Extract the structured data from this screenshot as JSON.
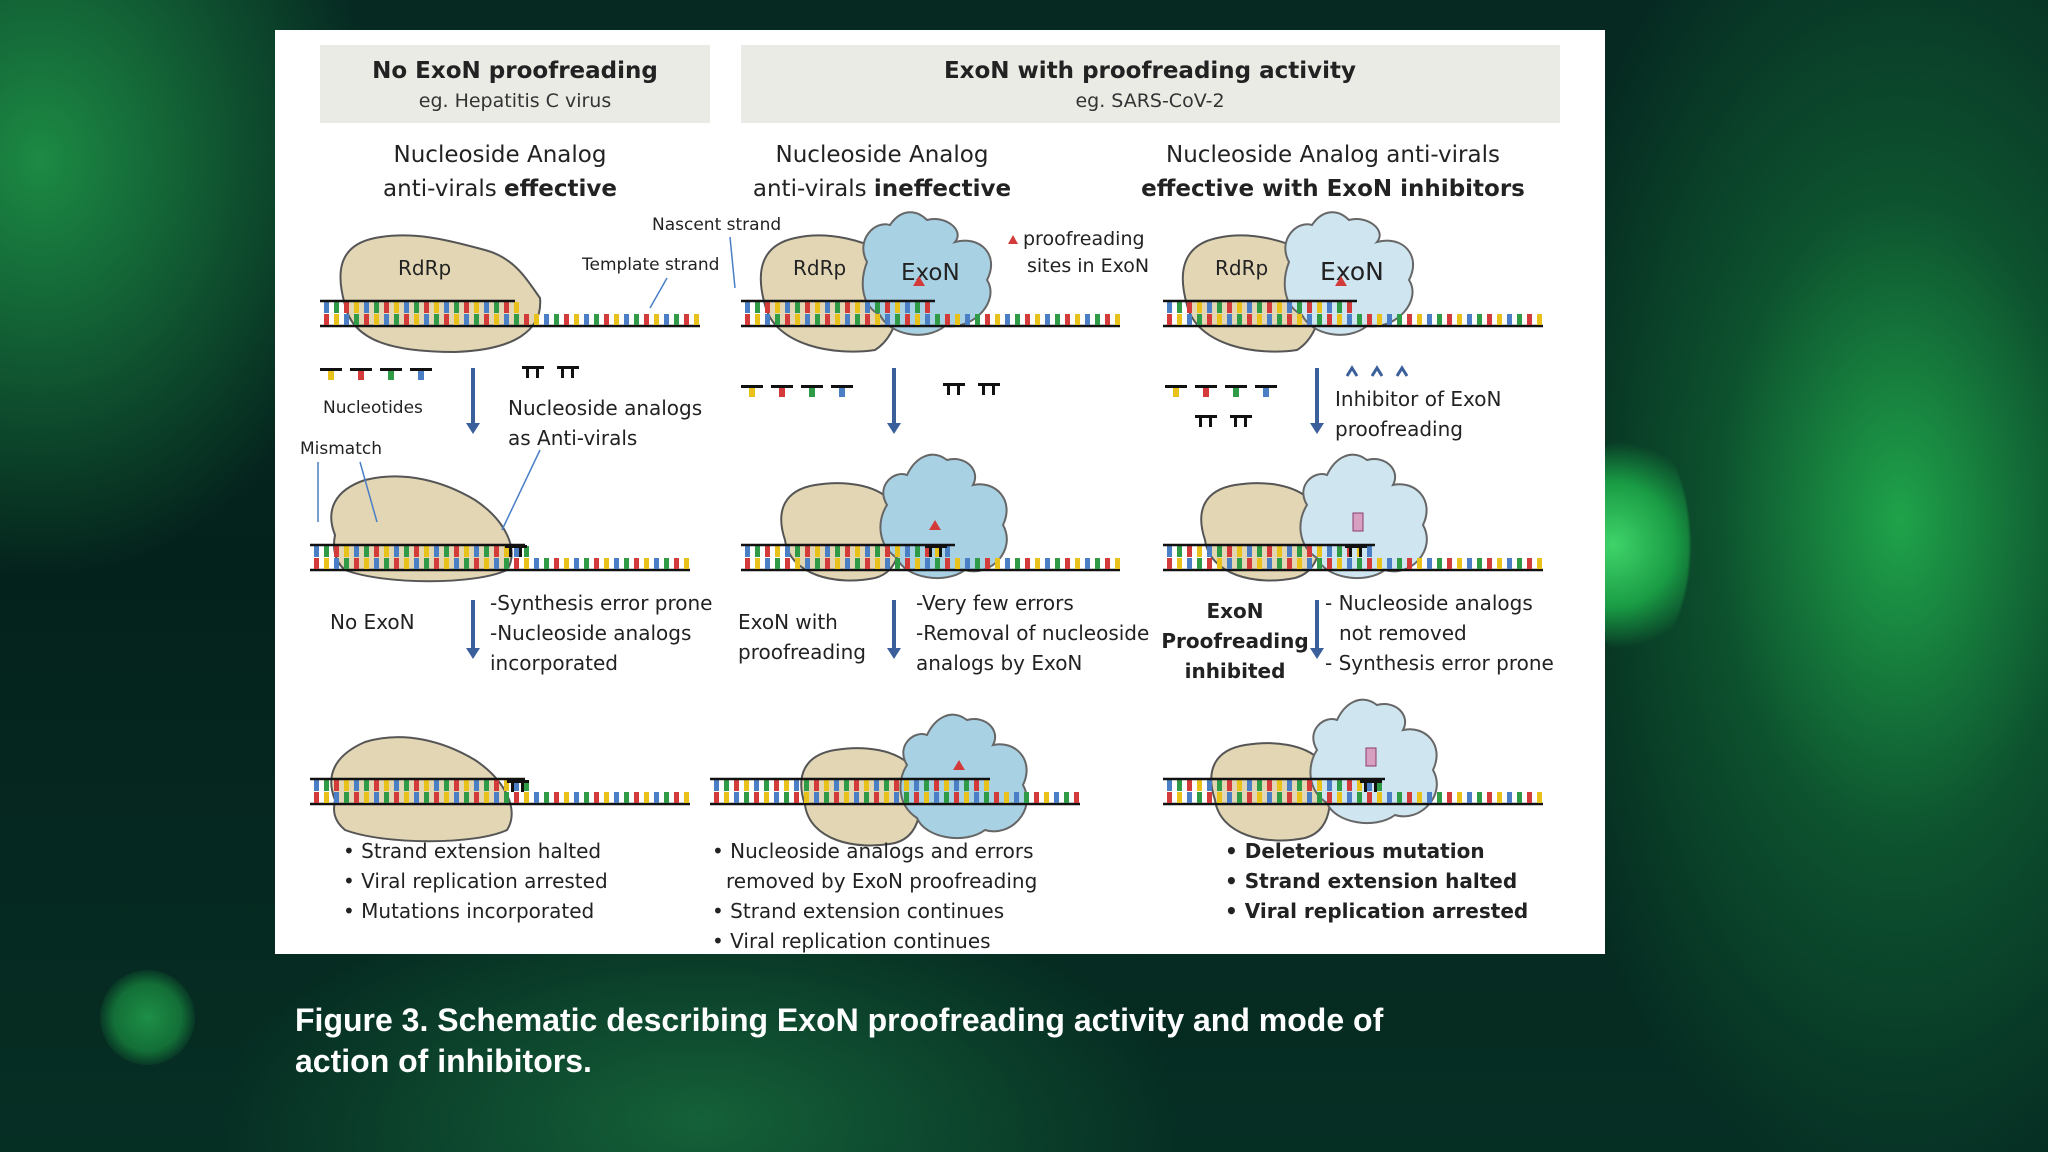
{
  "headers": {
    "left": {
      "title": "No ExoN proofreading",
      "example": "eg. Hepatitis C virus"
    },
    "right": {
      "title": "ExoN with proofreading activity",
      "example": "eg. SARS-CoV-2"
    }
  },
  "columns": [
    {
      "heading_line1": "Nucleoside Analog",
      "heading_line2_pre": "anti-virals ",
      "heading_line2_bold": "effective"
    },
    {
      "heading_line1": "Nucleoside Analog",
      "heading_line2_pre": "anti-virals  ",
      "heading_line2_bold": "ineffective"
    },
    {
      "heading_line1": "Nucleoside Analog anti-virals",
      "heading_line2_pre": "",
      "heading_line2_bold": "effective with ExoN inhibitors"
    }
  ],
  "labels": {
    "rdrp": "RdRp",
    "exon": "ExoN",
    "nascent_strand": "Nascent strand",
    "template_strand": "Template strand",
    "proofreading_sites_1": "proofreading",
    "proofreading_sites_2": "sites in ExoN",
    "nucleotides": "Nucleotides",
    "mismatch": "Mismatch",
    "analogs_1": "Nucleoside analogs",
    "analogs_2": "as Anti-virals",
    "inhibitor_1": "Inhibitor of ExoN",
    "inhibitor_2": "proofreading"
  },
  "middle_row": {
    "col1": {
      "state": "No ExoN",
      "notes": [
        "-Synthesis error prone",
        "-Nucleoside analogs",
        "incorporated"
      ]
    },
    "col2": {
      "state_1": "ExoN with",
      "state_2": "proofreading",
      "notes": [
        "-Very few errors",
        "-Removal of nucleoside",
        "analogs by ExoN"
      ]
    },
    "col3": {
      "state_1": "ExoN",
      "state_2": "Proofreading",
      "state_3": "inhibited",
      "notes": [
        "- Nucleoside analogs",
        "not removed",
        "- Synthesis error prone"
      ]
    }
  },
  "outcomes": {
    "col1": [
      "Strand extension halted",
      "Viral  replication arrested",
      "Mutations incorporated"
    ],
    "col2": [
      "Nucleoside analogs and errors",
      "removed by ExoN proofreading",
      "Strand extension continues",
      "Viral replication continues"
    ],
    "col3": [
      "Deleterious mutation",
      "Strand extension halted",
      "Viral replication arrested"
    ]
  },
  "caption": {
    "line1": "Figure 3. Schematic describing ExoN proofreading activity and mode of",
    "line2": "action of inhibitors."
  },
  "colors": {
    "rdrp_fill": "#e2d6b4",
    "exon_fill": "#a9d1e4",
    "header_bg": "#ebebe6",
    "arrow": "#3a5f9a",
    "strand": "#111111",
    "bases": [
      "#e8c21a",
      "#d33b3b",
      "#2f9b46",
      "#4a7fc6"
    ]
  }
}
